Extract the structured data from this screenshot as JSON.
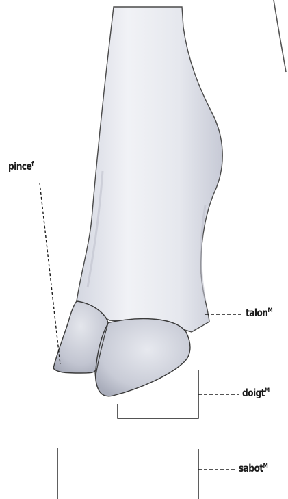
{
  "labels": {
    "pince": {
      "term": "pince",
      "gender": "f"
    },
    "talon": {
      "term": "talon",
      "gender": "M"
    },
    "doigt": {
      "term": "doigt",
      "gender": "M"
    },
    "sabot": {
      "term": "sabot",
      "gender": "M"
    }
  },
  "colors": {
    "ink": "#1b1b1b",
    "skin_light": "#eef0f4",
    "skin_shade": "#c9ccd6",
    "outline": "#3a3a3a"
  }
}
